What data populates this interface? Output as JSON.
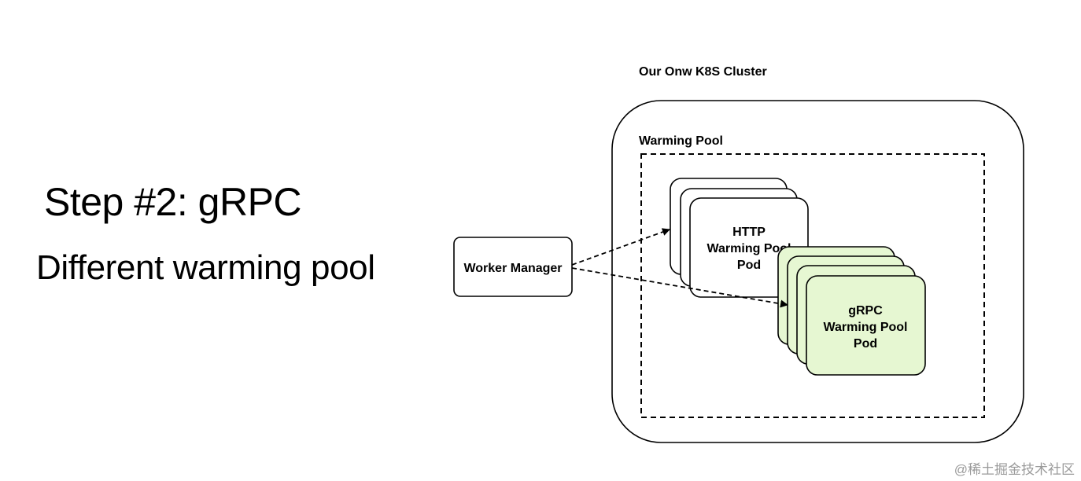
{
  "slide": {
    "title": "Step #2: gRPC",
    "subtitle": "Different warming pool"
  },
  "diagram": {
    "cluster_label": "Our Onw K8S Cluster",
    "pool_label": "Warming Pool",
    "worker_manager": "Worker Manager",
    "http_pod": [
      "HTTP",
      "Warming Pool",
      "Pod"
    ],
    "grpc_pod": [
      "gRPC",
      "Warming Pool",
      "Pod"
    ],
    "colors": {
      "grpc_fill": "#e6f7d2",
      "stroke": "#000000"
    }
  },
  "watermark": "@稀土掘金技术社区"
}
